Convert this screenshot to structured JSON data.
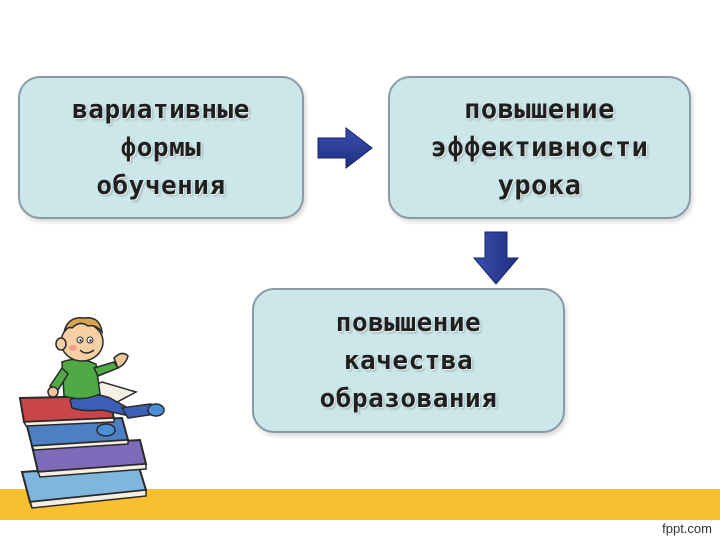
{
  "diagram": {
    "box_left": {
      "lines": [
        "вариативные",
        "формы",
        "обучения"
      ]
    },
    "box_right": {
      "lines": [
        "повышение",
        "эффективности",
        "урока"
      ]
    },
    "box_bottom": {
      "lines": [
        "повышение",
        "качества",
        "образования"
      ]
    },
    "colors": {
      "box_fill": "#cbe7ea",
      "box_border": "#8a9aa8",
      "arrow": "#2b3f9a",
      "band": "#f8c030"
    }
  },
  "illustration": {
    "icon": "boy-on-books-icon"
  },
  "footer": {
    "watermark": "fppt.com"
  }
}
